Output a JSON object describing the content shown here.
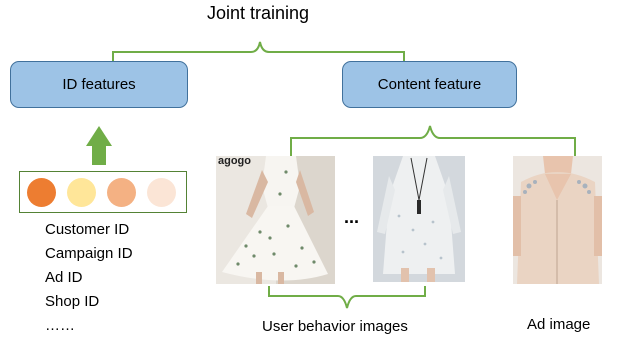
{
  "title": "Joint training",
  "boxes": {
    "id_features": "ID features",
    "content_feature": "Content feature"
  },
  "id_dots": [
    "#ed7d31",
    "#ffe699",
    "#f4b183",
    "#fbe5d6"
  ],
  "id_list": [
    "Customer ID",
    "Campaign ID",
    "Ad ID",
    "Shop ID",
    "……"
  ],
  "images": {
    "behavior_1_watermark": "agogo",
    "ellipsis": "...",
    "behavior_caption": "User behavior images",
    "ad_caption": "Ad image"
  },
  "colors": {
    "box_fill": "#9dc3e6",
    "box_border": "#41719c",
    "bracket": "#70ad47",
    "arrow": "#70ad47"
  }
}
